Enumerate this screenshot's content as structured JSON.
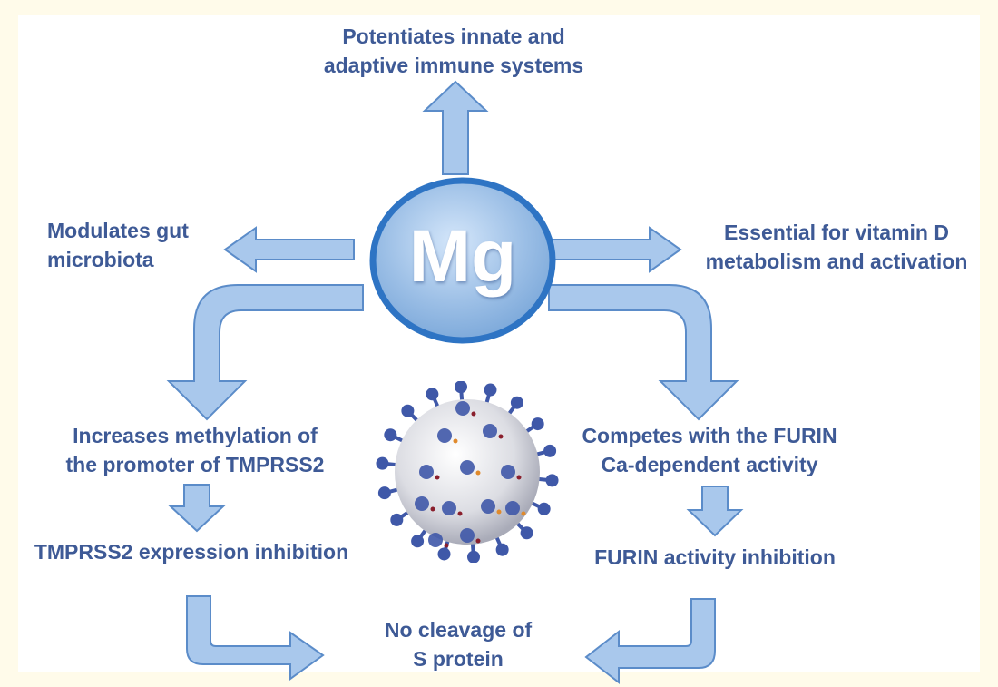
{
  "center": {
    "symbol": "Mg"
  },
  "effects": {
    "top": [
      "Potentiates innate and",
      "adaptive immune systems"
    ],
    "left": [
      "Modulates gut",
      "microbiota"
    ],
    "right": [
      "Essential for vitamin D",
      "metabolism and activation"
    ],
    "left_step1": [
      "Increases methylation of",
      "the promoter of TMPRSS2"
    ],
    "left_step2": "TMPRSS2 expression inhibition",
    "right_step1": [
      "Competes with the FURIN",
      "Ca-dependent activity"
    ],
    "right_step2": "FURIN activity inhibition",
    "outcome": [
      "No cleavage of",
      "S protein"
    ]
  },
  "colors": {
    "text": "#3e5a96",
    "arrow_fill": "#a9c8ec",
    "arrow_stroke": "#5b8cc9",
    "circle_fill": "#9cbfe6",
    "circle_ring": "#2e74c4",
    "virus_body": "#dcdde3",
    "spike": "#3f58a8"
  }
}
